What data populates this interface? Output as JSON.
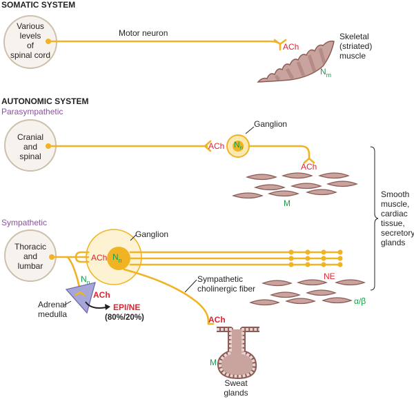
{
  "somatic": {
    "heading": "SOMATIC SYSTEM",
    "origin_lines": [
      "Various",
      "levels",
      "of",
      "spinal cord"
    ],
    "neuron_label": "Motor neuron",
    "transmitter": "ACh",
    "receptor": "N",
    "receptor_sub": "m",
    "target_lines": [
      "Skeletal",
      "(striated)",
      "muscle"
    ]
  },
  "autonomic": {
    "heading": "AUTONOMIC SYSTEM",
    "parasympathetic": {
      "label": "Parasympathetic",
      "origin_lines": [
        "Cranial",
        "and",
        "spinal"
      ],
      "ganglion_label": "Ganglion",
      "pre_transmitter": "ACh",
      "ganglion_receptor": "N",
      "ganglion_receptor_sub": "n",
      "post_transmitter": "ACh",
      "target_receptor": "M"
    },
    "sympathetic": {
      "label": "Sympathetic",
      "origin_lines": [
        "Thoracic",
        "and",
        "lumbar"
      ],
      "ganglion_label": "Ganglion",
      "pre_transmitter": "ACh",
      "ganglion_receptor": "N",
      "ganglion_receptor_sub": "n",
      "adrenal_receptor": "N",
      "adrenal_receptor_sub": "n",
      "adrenal_lines": [
        "Adrenal",
        "medulla"
      ],
      "adrenal_transmitter": "ACh",
      "adrenal_output": "EPI/NE",
      "adrenal_ratio": "(80%/20%)",
      "post_transmitter": "NE",
      "target_receptor": "α/β",
      "cholinergic_lines": [
        "Sympathetic",
        "cholinergic fiber"
      ],
      "cholinergic_transmitter": "ACh",
      "sweat_receptor": "M",
      "sweat_lines": [
        "Sweat",
        "glands"
      ]
    },
    "targets_lines": [
      "Smooth",
      "muscle,",
      "cardiac",
      "tissue,",
      "secretory",
      "glands"
    ]
  },
  "colors": {
    "nerve": "#f0b323",
    "acetylcholine": "#e4212f",
    "receptor": "#1a9a4a",
    "division": "#8a4f9e",
    "muscle": "#c9a39e"
  }
}
